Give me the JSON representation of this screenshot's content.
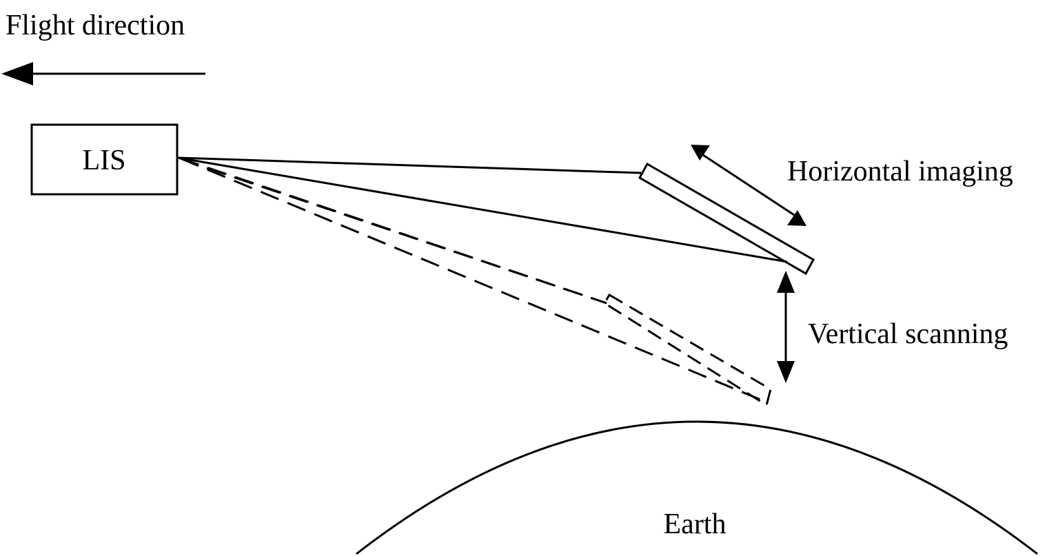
{
  "labels": {
    "flight_direction": "Flight direction",
    "instrument": "LIS",
    "horizontal_imaging": "Horizontal imaging",
    "vertical_scanning": "Vertical scanning",
    "earth": "Earth"
  },
  "colors": {
    "background": "#ffffff",
    "stroke": "#000000"
  }
}
